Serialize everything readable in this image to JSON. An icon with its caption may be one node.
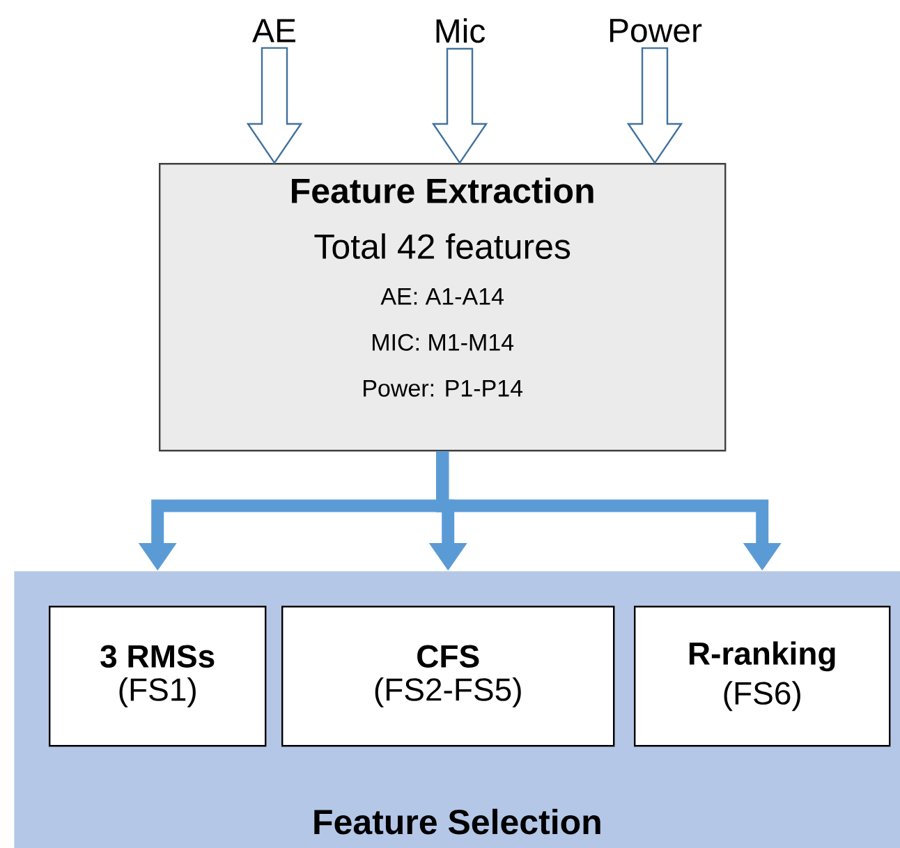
{
  "diagram": {
    "nodes": [
      {
        "text": [
          "AE"
        ]
      },
      {
        "text": [
          "Mic"
        ]
      },
      {
        "text": [
          "Power"
        ]
      },
      {
        "text": [
          "Feature Extraction",
          "Total 42 features",
          "AE: A1-A14",
          "MIC: M1-M14",
          "Power: P1-P14"
        ]
      },
      {
        "text": [
          "Feature Selection"
        ]
      },
      {
        "text": [
          "3 RMSs",
          "(FS1)"
        ],
        "in": 4
      },
      {
        "text": [
          "CFS",
          "(FS2-FS5)"
        ],
        "in": 4
      },
      {
        "text": [
          "R-ranking",
          "(FS6)"
        ],
        "in": 4
      }
    ],
    "edges": [
      {
        "from": 0,
        "to": 3,
        "arrow": "to"
      },
      {
        "from": 1,
        "to": 3,
        "arrow": "to"
      },
      {
        "from": 2,
        "to": 3,
        "arrow": "to"
      },
      {
        "from": 3,
        "to": 5,
        "arrow": "to",
        "color": "#5b9bd5"
      },
      {
        "from": 3,
        "to": 6,
        "arrow": "to",
        "color": "#5b9bd5"
      },
      {
        "from": 3,
        "to": 7,
        "arrow": "to",
        "color": "#5b9bd5"
      }
    ]
  }
}
